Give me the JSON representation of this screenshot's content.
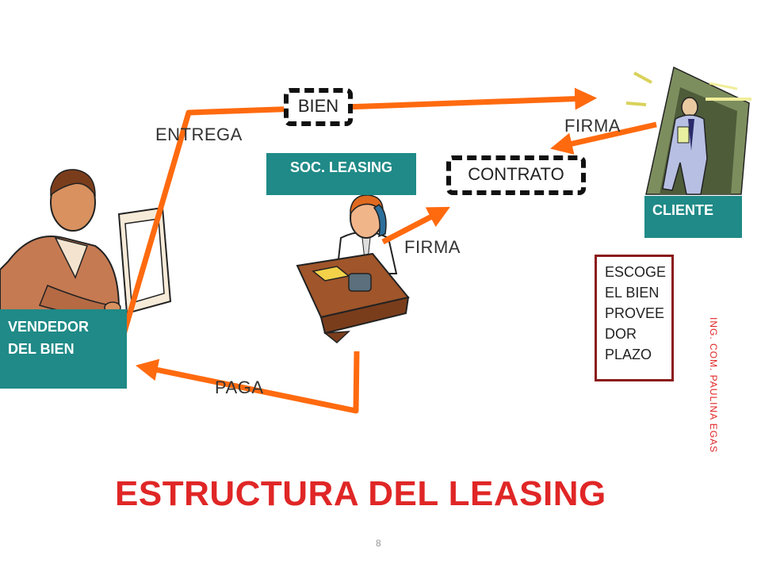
{
  "labels": {
    "entrega": "ENTREGA",
    "bien": "BIEN",
    "firma_top": "FIRMA",
    "contrato": "CONTRATO",
    "firma_mid": "FIRMA",
    "paga": "PAGA"
  },
  "boxes": {
    "soc_leasing": "SOC. LEASING",
    "cliente": "CLIENTE",
    "vendedor_line1": "VENDEDOR",
    "vendedor_line2": "DEL BIEN"
  },
  "note_lines": [
    "ESCOGE",
    "EL BIEN",
    "PROVEE",
    "DOR",
    "PLAZO"
  ],
  "side_caption": "ING. COM. PAULINA EGAS",
  "title": "ESTRUCTURA DEL LEASING",
  "page_number": "8",
  "colors": {
    "arrow": "#ff6a0f",
    "teal": "#1f8a87",
    "title": "#e02626",
    "note_border": "#8b1a1a"
  },
  "icons": [
    "seller-at-computer-clipart",
    "leasing-officer-on-phone-clipart",
    "client-in-doorway-clipart"
  ]
}
